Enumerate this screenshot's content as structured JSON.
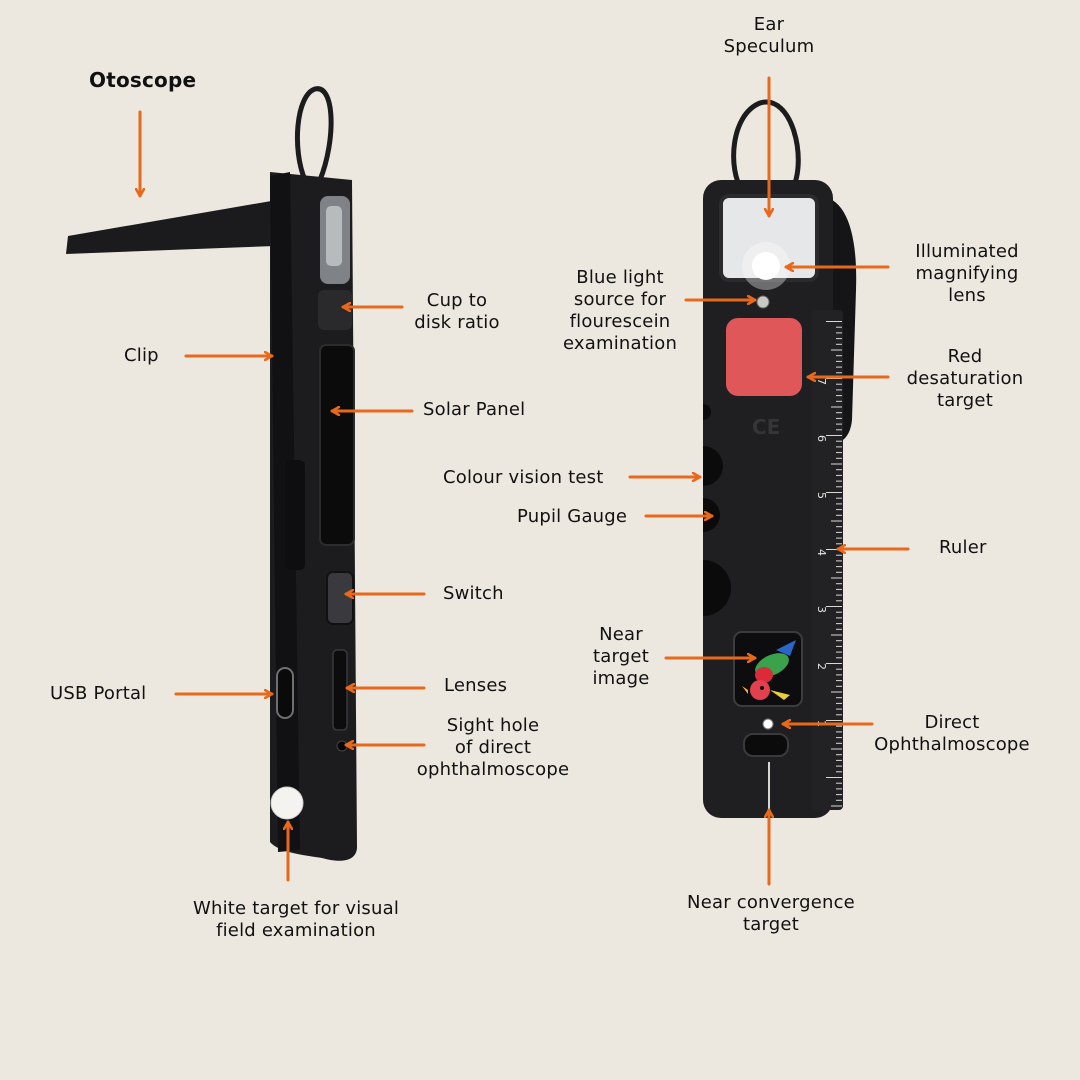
{
  "colors": {
    "background": "#ede8df",
    "arrow": "#e8691c",
    "device": "#1c1c1e",
    "red_target": "#e0575a"
  },
  "labels": {
    "otoscope": "Otoscope",
    "clip": "Clip",
    "cup_to_disk": "Cup to\ndisk ratio",
    "solar_panel": "Solar Panel",
    "switch": "Switch",
    "usb_portal": "USB Portal",
    "lenses": "Lenses",
    "sight_hole": "Sight hole\nof direct\nophthalmoscope",
    "white_target": "White target for visual\nfield examination",
    "ear_speculum": "Ear\nSpeculum",
    "illuminated_lens": "Illuminated\nmagnifying\nlens",
    "blue_light": "Blue light\nsource for\nflourescein\nexamination",
    "red_desaturation": "Red\ndesaturation\ntarget",
    "colour_vision": "Colour vision test",
    "pupil_gauge": "Pupil Gauge",
    "ruler": "Ruler",
    "near_target_image": "Near\ntarget\nimage",
    "direct_ophthalmoscope": "Direct\nOphthalmoscope",
    "near_convergence": "Near convergence\ntarget"
  },
  "ruler_numbers": [
    "1",
    "2",
    "3",
    "4",
    "5",
    "6",
    "7"
  ],
  "ce_mark": "CE"
}
